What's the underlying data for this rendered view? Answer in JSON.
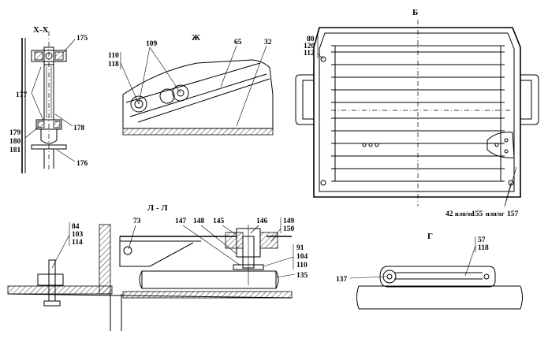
{
  "sections": {
    "xx": "Х-Х",
    "zh": "Ж",
    "b": "Б",
    "ll": "Л - Л",
    "g": "Г"
  },
  "xx_labels": {
    "l175": "175",
    "l177": "177",
    "l178": "178",
    "l179": "179",
    "l180": "180",
    "l181": "181",
    "l176": "176"
  },
  "zh_labels": {
    "l109": "109",
    "l65": "65",
    "l32": "32",
    "l110": "110",
    "l118": "118"
  },
  "b_labels": {
    "l80": "80",
    "l120": "120",
    "l112": "112",
    "bottom_42": "42",
    "or1": "или/or",
    "bottom_155": "155",
    "or2": "или/or",
    "bottom_157": "157"
  },
  "ll_labels": {
    "l84": "84",
    "l103": "103",
    "l114": "114",
    "l73": "73",
    "l147": "147",
    "l148": "148",
    "l145": "145",
    "l146": "146",
    "l149": "149",
    "l150": "150",
    "l91": "91",
    "l104": "104",
    "l110": "110",
    "l135": "135"
  },
  "g_labels": {
    "l57": "57",
    "l118": "118",
    "l137": "137"
  }
}
